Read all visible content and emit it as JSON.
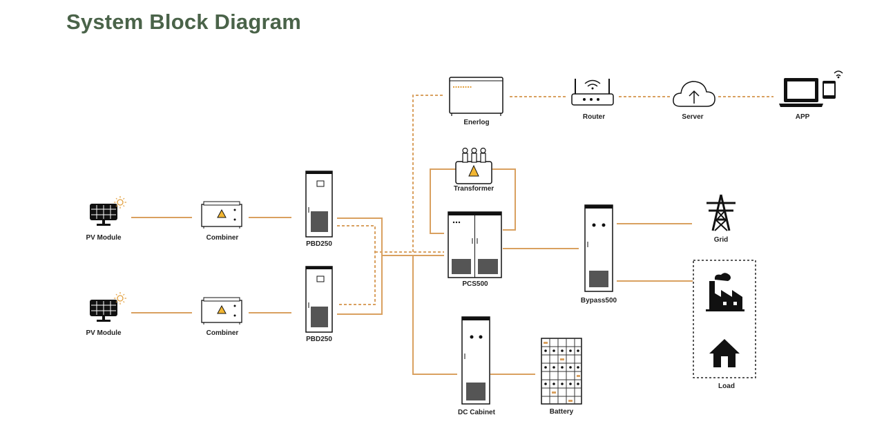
{
  "title": "System Block Diagram",
  "colors": {
    "title": "#4a6349",
    "link": "#d9a05f",
    "device": "#111111"
  },
  "labels": {
    "pv_module_1": "PV Module",
    "pv_module_2": "PV Module",
    "combiner_1": "Combiner",
    "combiner_2": "Combiner",
    "pbd250_1": "PBD250",
    "pbd250_2": "PBD250",
    "enerlog": "Enerlog",
    "router": "Router",
    "server": "Server",
    "app": "APP",
    "transformer": "Transformer",
    "pcs500": "PCS500",
    "bypass500": "Bypass500",
    "grid": "Grid",
    "load": "Load",
    "dc_cabinet": "DC Cabinet",
    "battery": "Battery"
  },
  "icons": {
    "pv": "solar-panel-icon",
    "combiner": "combiner-box-icon",
    "cabinet": "cabinet-icon",
    "enerlog": "data-logger-icon",
    "router": "router-icon",
    "server": "cloud-server-icon",
    "app": "laptop-phone-icon",
    "transformer": "transformer-icon",
    "grid": "power-tower-icon",
    "load": "factory-house-icon",
    "battery": "battery-rack-icon"
  }
}
